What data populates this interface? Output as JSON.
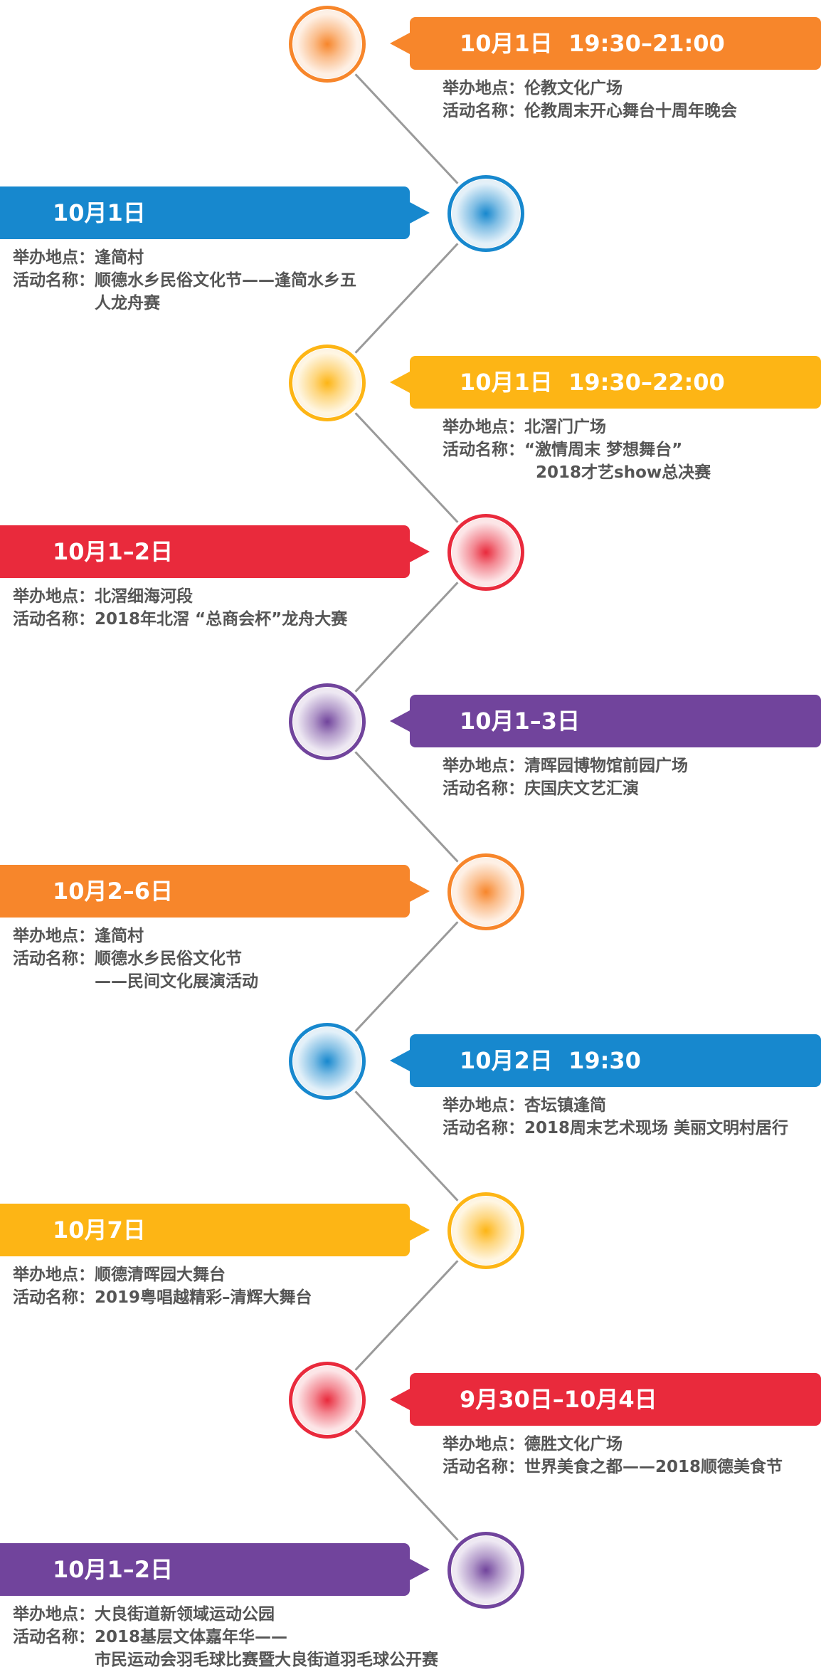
{
  "colors": {
    "orange": "#F7862B",
    "blue": "#1788CE",
    "yellow": "#FDB515",
    "red": "#E92A3C",
    "purple": "#71449C",
    "connector": "#9A9A9A",
    "text": "#555555"
  },
  "labels": {
    "venue": "举办地点：",
    "event": "活动名称："
  },
  "events": [
    {
      "side": "right",
      "color": "orange",
      "date": "10月1日  19:30–21:00",
      "venue": "伦教文化广场",
      "name_lines": [
        "伦教周末开心舞台十周年晚会"
      ]
    },
    {
      "side": "left",
      "color": "blue",
      "date": "10月1日",
      "venue": "逢简村",
      "name_lines": [
        "顺德水乡民俗文化节——逢简水乡五",
        "人龙舟赛"
      ]
    },
    {
      "side": "right",
      "color": "yellow",
      "date": "10月1日  19:30–22:00",
      "venue": "北滘门广场",
      "name_lines": [
        "“激情周末 梦想舞台”",
        "  2018才艺show总决赛"
      ]
    },
    {
      "side": "left",
      "color": "red",
      "date": "10月1–2日",
      "venue": "北滘细海河段",
      "name_lines": [
        "2018年北滘 “总商会杯”龙舟大赛"
      ]
    },
    {
      "side": "right",
      "color": "purple",
      "date": "10月1–3日",
      "venue": "清晖园博物馆前园广场",
      "name_lines": [
        "庆国庆文艺汇演"
      ]
    },
    {
      "side": "left",
      "color": "orange",
      "date": "10月2–6日",
      "venue": "逢简村",
      "name_lines": [
        "顺德水乡民俗文化节",
        "——民间文化展演活动"
      ]
    },
    {
      "side": "right",
      "color": "blue",
      "date": "10月2日  19:30",
      "venue": "杏坛镇逢简",
      "name_lines": [
        "2018周末艺术现场 美丽文明村居行"
      ]
    },
    {
      "side": "left",
      "color": "yellow",
      "date": "10月7日",
      "venue": "顺德清晖园大舞台",
      "name_lines": [
        "2019粤唱越精彩–清辉大舞台"
      ]
    },
    {
      "side": "right",
      "color": "red",
      "date": "9月30日–10月4日",
      "venue": "德胜文化广场",
      "name_lines": [
        "世界美食之都——2018顺德美食节"
      ]
    },
    {
      "side": "left",
      "color": "purple",
      "date": "10月1–2日",
      "venue": "大良街道新领域运动公园",
      "name_lines": [
        "2018基层文体嘉年华——",
        "市民运动会羽毛球比赛暨大良街道羽毛球公开赛"
      ]
    }
  ]
}
